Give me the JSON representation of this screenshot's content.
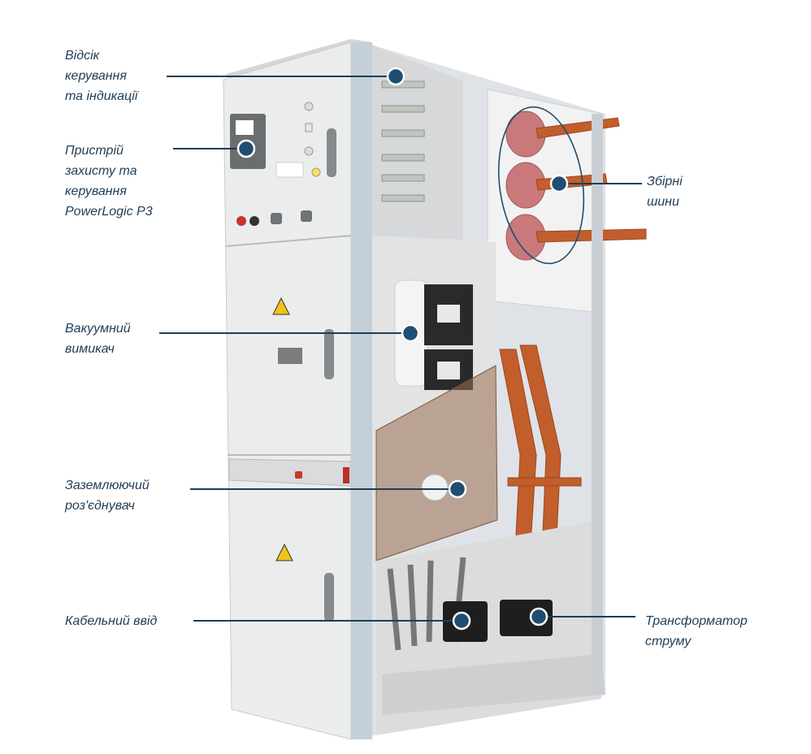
{
  "colors": {
    "label_text": "#1f3d57",
    "leader_line": "#1f3d57",
    "marker_fill": "#1f4d73",
    "marker_stroke": "#ffffff",
    "panel_body": "#e9eaea",
    "frame": "#c5cfd9",
    "copper": "#c25e2c",
    "insulator": "#c9797b",
    "translucent_shield": "#9b6f52"
  },
  "labels": {
    "control_compartment": [
      "Відсік",
      "керування",
      "та індикації"
    ],
    "protection_relay": [
      "Пристрій",
      "захисту та",
      "керування",
      "PowerLogic P3"
    ],
    "busbars": [
      "Збірні",
      "шини"
    ],
    "vacuum_breaker": [
      "Вакуумний",
      "вимикач"
    ],
    "earthing_switch": [
      "Заземлюючий",
      "роз'єднувач"
    ],
    "cable_entry": [
      "Кабельний ввід"
    ],
    "current_transformer": [
      "Трансформатор",
      "струму"
    ]
  },
  "icons": {
    "marker": "callout-dot-icon",
    "warning": "high-voltage-warning-icon"
  }
}
